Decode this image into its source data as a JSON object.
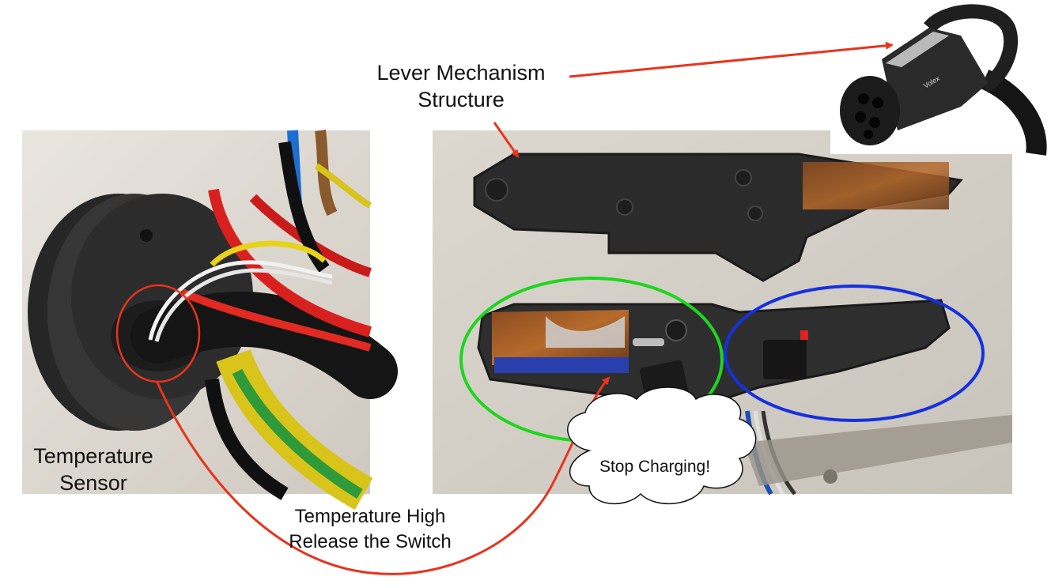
{
  "labels": {
    "lever_line1": "Lever Mechanism",
    "lever_line2": "Structure",
    "temp_sensor_line1": "Temperature",
    "temp_sensor_line2": "Sensor",
    "temp_high_line1": "Temperature High",
    "temp_high_line2": "Release the Switch",
    "stop_charging": "Stop Charging!",
    "brand_mark": "Volex"
  },
  "colors": {
    "arrow": "#e8341c",
    "sensor_circle": "#e8341c",
    "switch_circle": "#1ed61e",
    "housing_circle": "#1530e0",
    "text": "#111111"
  },
  "photos": {
    "left": "photo of charging connector rear with cables and temperature sensor",
    "middle": "photo of opened connector housing halves with rusted micro switch",
    "top_right": "photo of charging connector with lever handle"
  }
}
